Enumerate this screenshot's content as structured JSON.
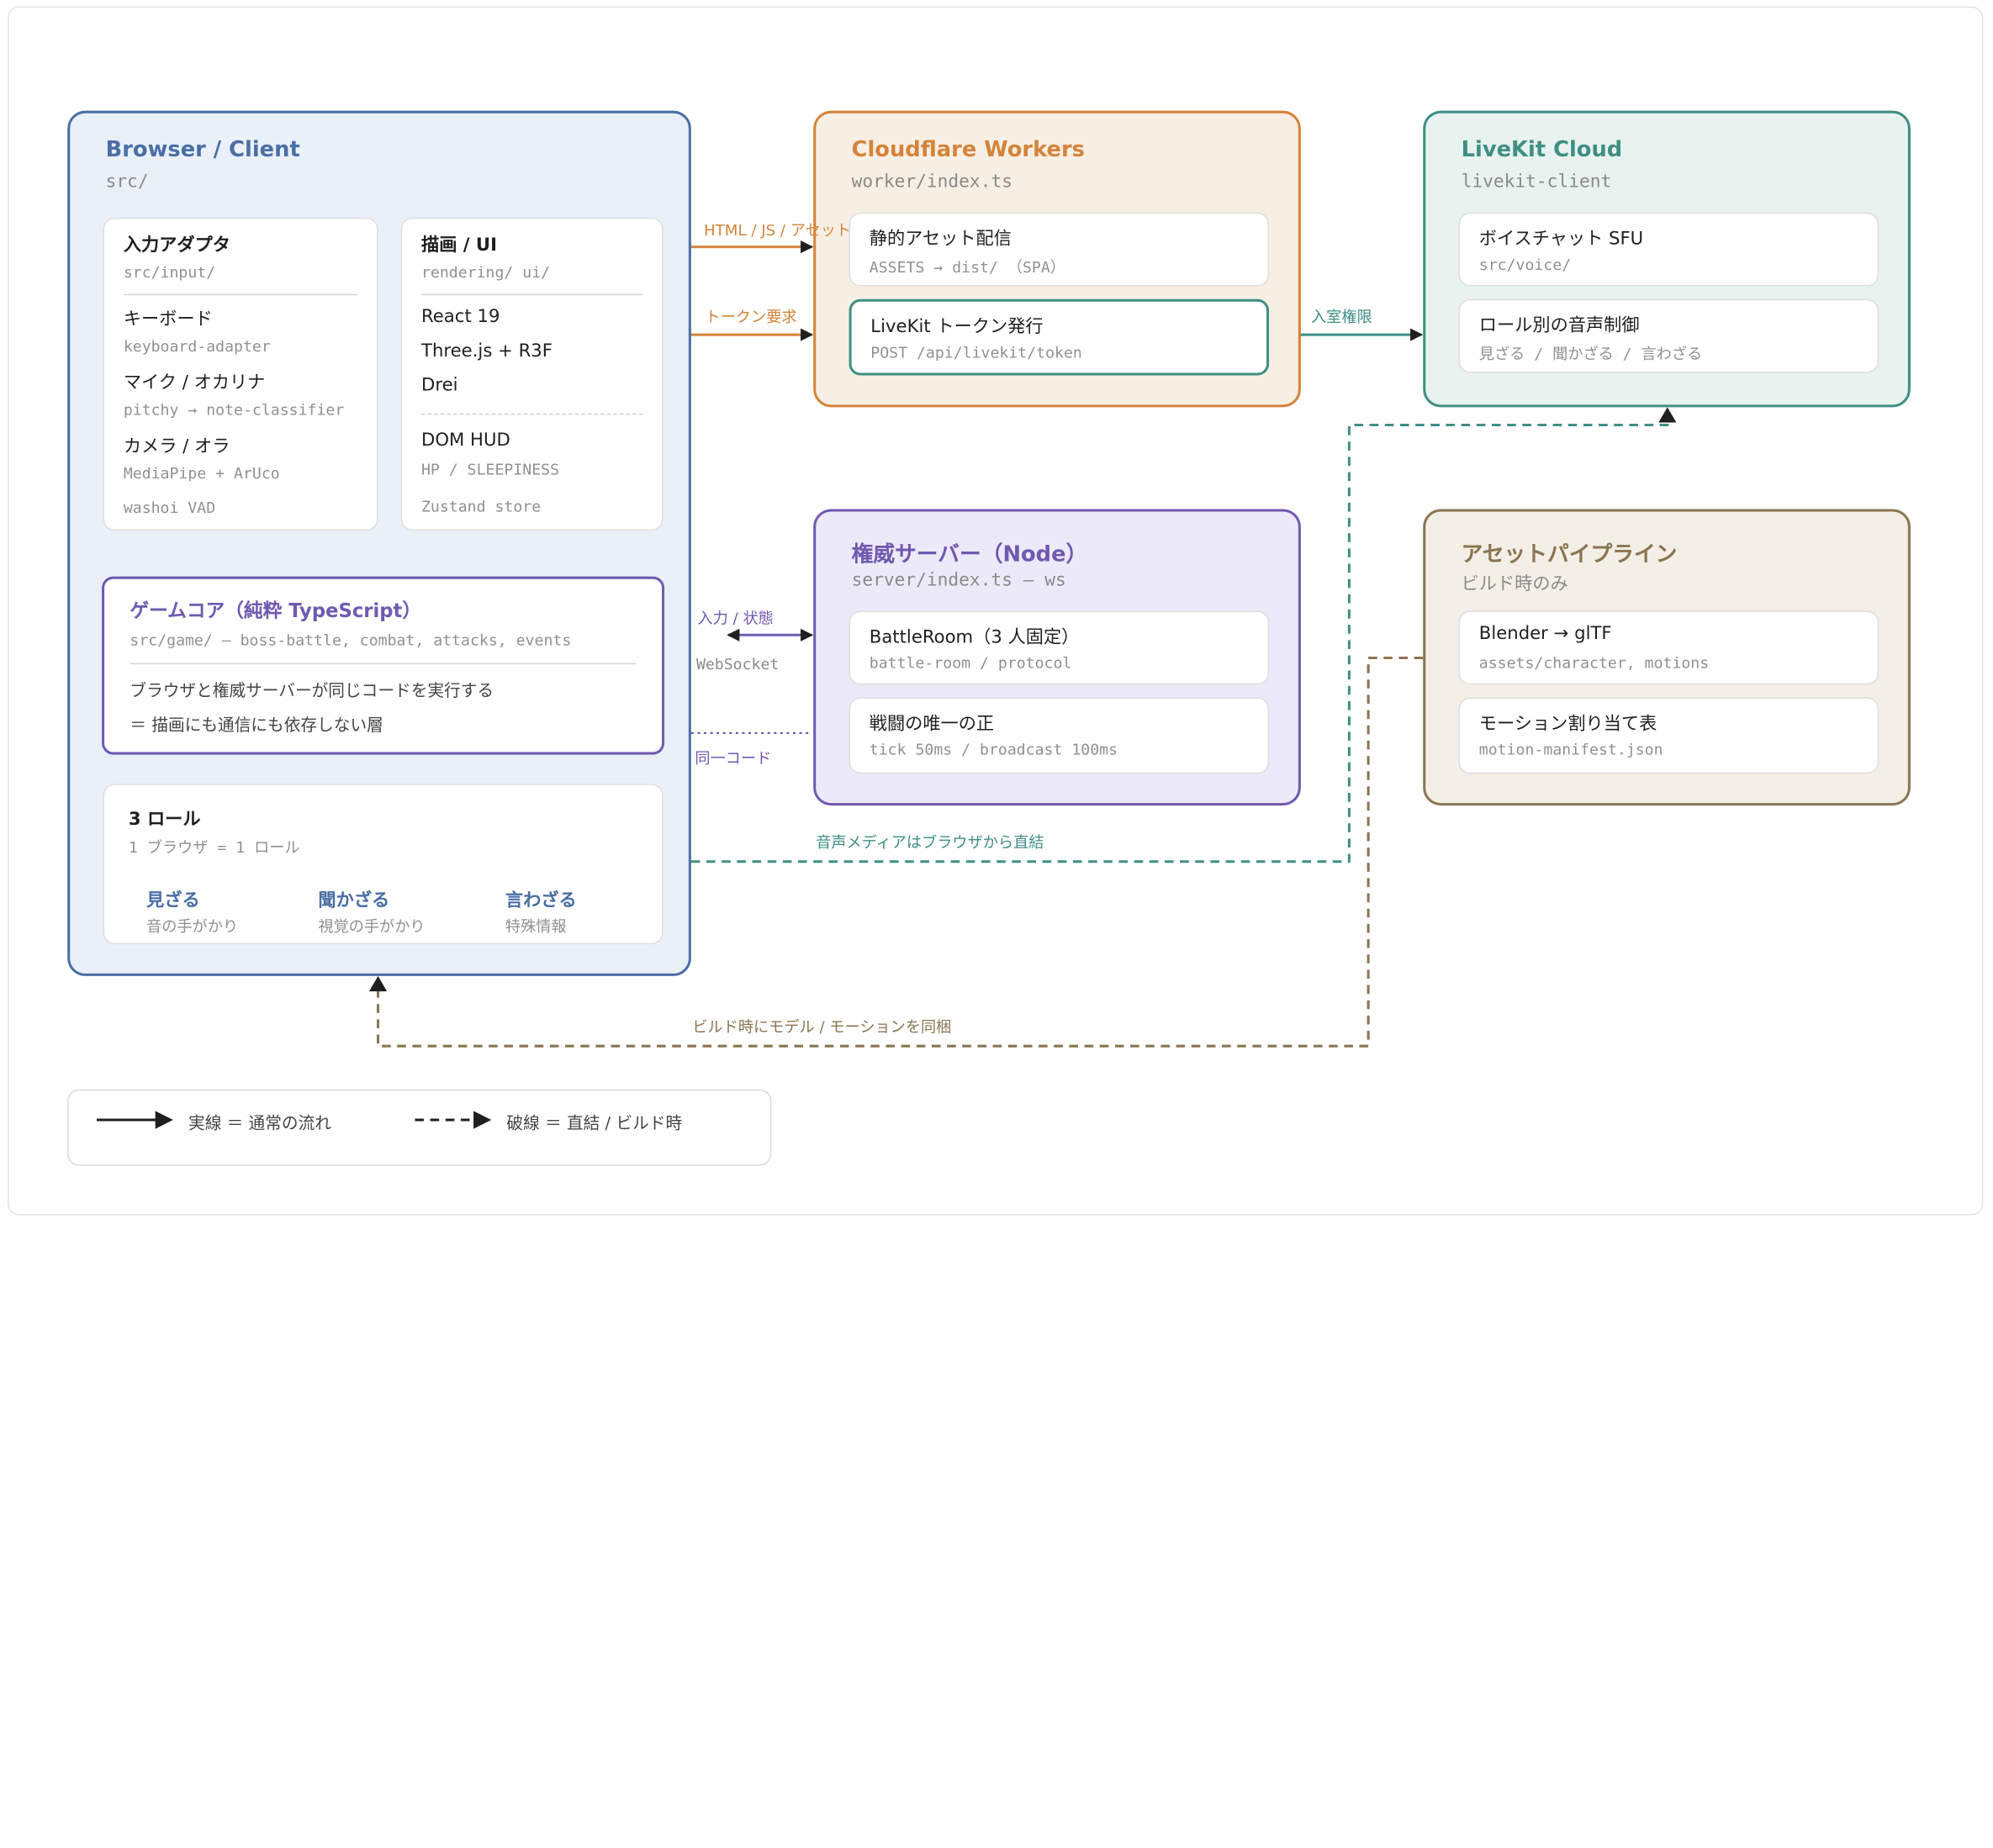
{
  "browser": {
    "title": "Browser / Client",
    "path": "src/",
    "input_adapter": {
      "title": "入力アダプタ",
      "path": "src/input/",
      "items": [
        {
          "label": "キーボード",
          "detail": "keyboard-adapter"
        },
        {
          "label": "マイク / オカリナ",
          "detail": "pitchy → note-classifier"
        },
        {
          "label": "カメラ / オラ",
          "detail": "MediaPipe + ArUco"
        }
      ],
      "extra": "washoi VAD"
    },
    "rendering": {
      "title": "描画 / UI",
      "path": "rendering/ ui/",
      "items": [
        "React 19",
        "Three.js + R3F",
        "Drei"
      ],
      "hud_title": "DOM HUD",
      "hud_detail": "HP / SLEEPINESS",
      "store": "Zustand store"
    },
    "game_core": {
      "title": "ゲームコア（純粋 TypeScript）",
      "path": "src/game/ — boss-battle, combat, attacks, events",
      "line1": "ブラウザと権威サーバーが同じコードを実行する",
      "line2": "＝ 描画にも通信にも依存しない層"
    },
    "roles": {
      "title": "3 ロール",
      "subtitle": "1 ブラウザ = 1 ロール",
      "items": [
        {
          "name": "見ざる",
          "desc": "音の手がかり"
        },
        {
          "name": "聞かざる",
          "desc": "視覚の手がかり"
        },
        {
          "name": "言わざる",
          "desc": "特殊情報"
        }
      ]
    }
  },
  "workers": {
    "title": "Cloudflare Workers",
    "path": "worker/index.ts",
    "cards": [
      {
        "title": "静的アセット配信",
        "detail": "ASSETS → dist/ （SPA）"
      },
      {
        "title": "LiveKit トークン発行",
        "detail": "POST /api/livekit/token"
      }
    ]
  },
  "livekit": {
    "title": "LiveKit Cloud",
    "path": "livekit-client",
    "cards": [
      {
        "title": "ボイスチャット SFU",
        "detail": "src/voice/"
      },
      {
        "title": "ロール別の音声制御",
        "detail": "見ざる / 聞かざる / 言わざる"
      }
    ]
  },
  "server": {
    "title": "権威サーバー（Node）",
    "path": "server/index.ts — ws",
    "cards": [
      {
        "title": "BattleRoom（3 人固定）",
        "detail": "battle-room / protocol"
      },
      {
        "title": "戦闘の唯一の正",
        "detail": "tick 50ms / broadcast 100ms"
      }
    ]
  },
  "pipeline": {
    "title": "アセットパイプライン",
    "path": "ビルド時のみ",
    "cards": [
      {
        "title": "Blender → glTF",
        "detail": "assets/character, motions"
      },
      {
        "title": "モーション割り当て表",
        "detail": "motion-manifest.json"
      }
    ]
  },
  "connections": {
    "html_js": "HTML / JS / アセット",
    "token_request": "トークン要求",
    "room_access": "入室権限",
    "input_state": "入力 / 状態",
    "websocket": "WebSocket",
    "same_code": "同一コード",
    "voice_media": "音声メディアはブラウザから直結",
    "build_sync": "ビルド時にモデル / モーションを同梱"
  },
  "legend": {
    "solid": "実線 ＝ 通常の流れ",
    "dashed": "破線 ＝ 直結 / ビルド時"
  },
  "colors": {
    "browser": "#4a6fa5",
    "workers": "#d4843a",
    "livekit": "#3f8f84",
    "server": "#6e5bb0",
    "pipeline": "#8a7552",
    "arrow": "#1f1f1f"
  }
}
